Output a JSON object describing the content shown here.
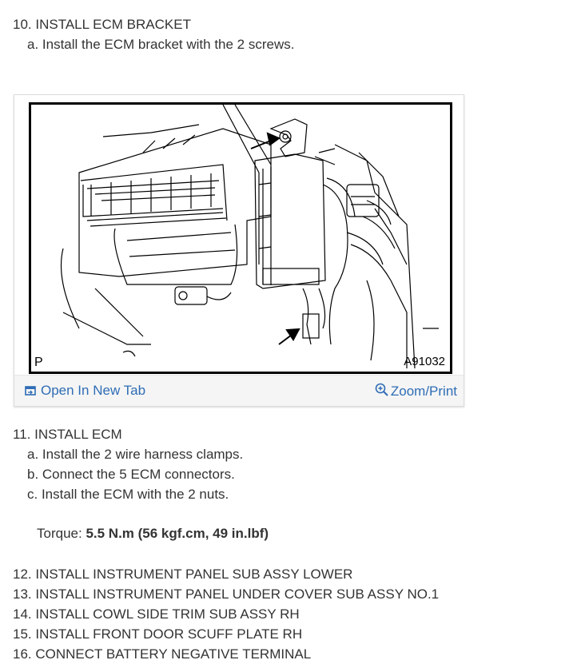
{
  "step10": {
    "title": "10. INSTALL ECM BRACKET",
    "a": "a. Install the ECM bracket with the 2 screws."
  },
  "figure": {
    "corner_letter": "P",
    "figure_id": "A91032",
    "open_tab_label": "Open In New Tab",
    "zoom_label": "Zoom/Print",
    "link_color": "#2f6db5"
  },
  "step11": {
    "title": "11. INSTALL ECM",
    "a": "a. Install the 2 wire harness clamps.",
    "b": "b. Connect the 5 ECM connectors.",
    "c": "c. Install the ECM with the 2 nuts.",
    "torque_label": "Torque: ",
    "torque_value": "5.5 N.m (56 kgf.cm, 49 in.lbf)"
  },
  "steps_rest": [
    "12. INSTALL INSTRUMENT PANEL SUB ASSY LOWER",
    "13. INSTALL INSTRUMENT PANEL UNDER COVER SUB ASSY NO.1",
    "14. INSTALL COWL SIDE TRIM SUB ASSY RH",
    "15. INSTALL FRONT DOOR SCUFF PLATE RH",
    "16. CONNECT BATTERY NEGATIVE TERMINAL"
  ]
}
